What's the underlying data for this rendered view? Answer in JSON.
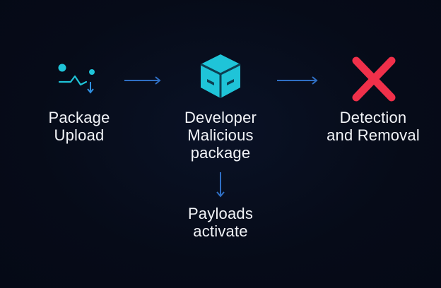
{
  "colors": {
    "background": "#060b18",
    "text": "#f2f4f8",
    "accent_cyan": "#1fc4d8",
    "arrow_blue": "#2f6fc4",
    "removal_red": "#f0304a"
  },
  "nodes": {
    "upload": {
      "label": "Package\nUpload",
      "icon": "upload-signal-icon"
    },
    "developer": {
      "label": "Developer\nMalicious\npackage",
      "icon": "package-box-icon"
    },
    "detection": {
      "label": "Detection\nand Removal",
      "icon": "red-x-icon"
    },
    "payloads": {
      "label": "Payloads\nactivate"
    }
  },
  "edges": [
    {
      "from": "upload",
      "to": "developer"
    },
    {
      "from": "developer",
      "to": "detection"
    },
    {
      "from": "developer",
      "to": "payloads"
    }
  ]
}
